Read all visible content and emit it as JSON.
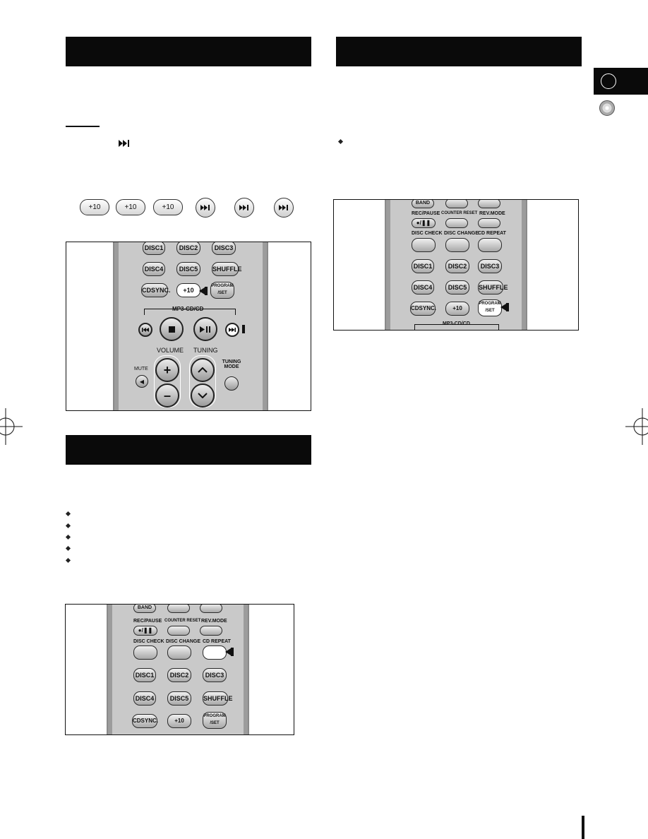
{
  "side_tab": {
    "badge_text": ""
  },
  "top_left_step_buttons": [
    "+10",
    "+10",
    "+10"
  ],
  "remote": {
    "band": "BAND",
    "rec_pause": "REC/PAUSE",
    "counter_reset": "COUNTER RESET",
    "rev_mode": "REV.MODE",
    "disc_check": "DISC CHECK",
    "disc_change": "DISC CHANGE",
    "cd_repeat": "CD REPEAT",
    "disc1": "DISC1",
    "disc2": "DISC2",
    "disc3": "DISC3",
    "disc4": "DISC4",
    "disc5": "DISC5",
    "shuffle": "SHUFFLE",
    "cdsync": "CDSYNC.",
    "plus10": "+10",
    "program_set": "PROGRAM /SET",
    "mp3_cd": "MP3-CD/CD",
    "volume": "VOLUME",
    "tuning": "TUNING",
    "mute": "MUTE",
    "tuning_mode": "TUNING MODE"
  },
  "colors": {
    "bar": "#0a0a0a",
    "remote_body": "#c9c9c9"
  }
}
